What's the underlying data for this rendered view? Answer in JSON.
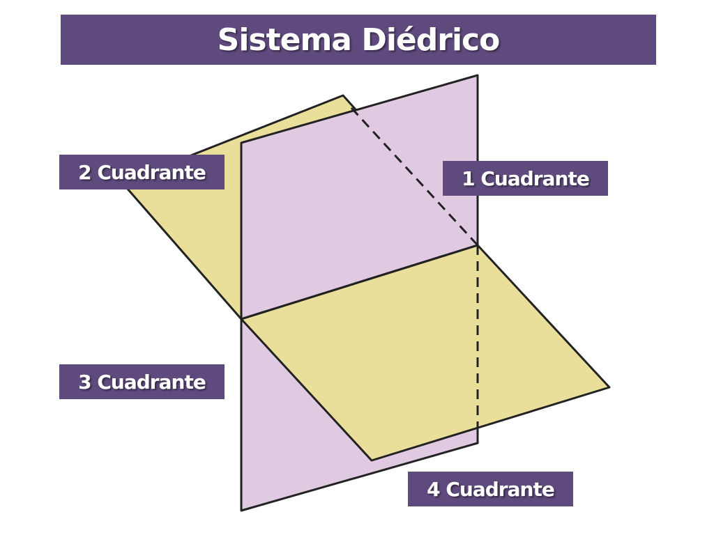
{
  "title": "Sistema Diédrico",
  "quadrants": {
    "q1": "1 Cuadrante",
    "q2": "2 Cuadrante",
    "q3": "3 Cuadrante",
    "q4": "4 Cuadrante"
  },
  "colors": {
    "accent": "#5e4a7c",
    "vertical_plane": "#dfcae2",
    "horizontal_plane": "#e9df9b",
    "line": "#222222",
    "text": "#ffffff"
  }
}
